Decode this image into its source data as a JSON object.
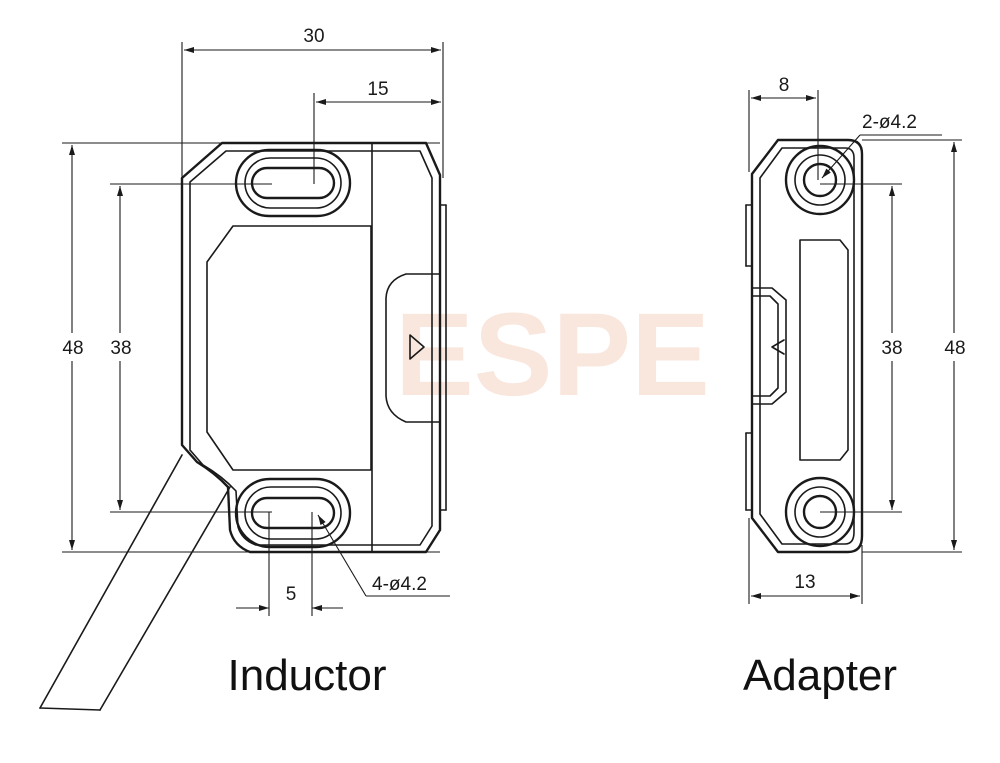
{
  "watermark": "ESPE",
  "inductor": {
    "caption": "Inductor",
    "dims": {
      "width": "30",
      "hole_offset": "15",
      "height": "48",
      "hole_pitch": "38",
      "slot": "5",
      "holes": "4-ø4.2"
    }
  },
  "adapter": {
    "caption": "Adapter",
    "dims": {
      "hole_offset": "8",
      "holes": "2-ø4.2",
      "hole_pitch": "38",
      "height": "48",
      "width": "13"
    }
  },
  "icons": {
    "inductor_arrow": "triangle-right-icon",
    "adapter_arrow": "triangle-left-icon"
  }
}
